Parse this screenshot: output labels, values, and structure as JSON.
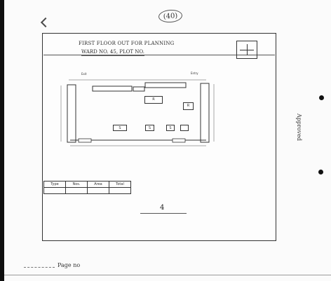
{
  "sheet": {
    "number": "(40)",
    "title_line1": "FIRST FLOOR OUT FOR PLANNING",
    "title_line2": "WARD NO. 45, PLOT NO."
  },
  "plan": {
    "labels": {
      "exit_left": "Exit",
      "entry_right": "Entry"
    },
    "rooms": {
      "room_a": "R",
      "room_b": "R",
      "room_c": "S",
      "room_d": "S",
      "room_e": "S"
    }
  },
  "schedule": {
    "headers": [
      "Type",
      "Nos.",
      "Area",
      "Total"
    ]
  },
  "scale": {
    "label": "4"
  },
  "margin_note": "Approved",
  "footer": {
    "text": "Page no"
  }
}
